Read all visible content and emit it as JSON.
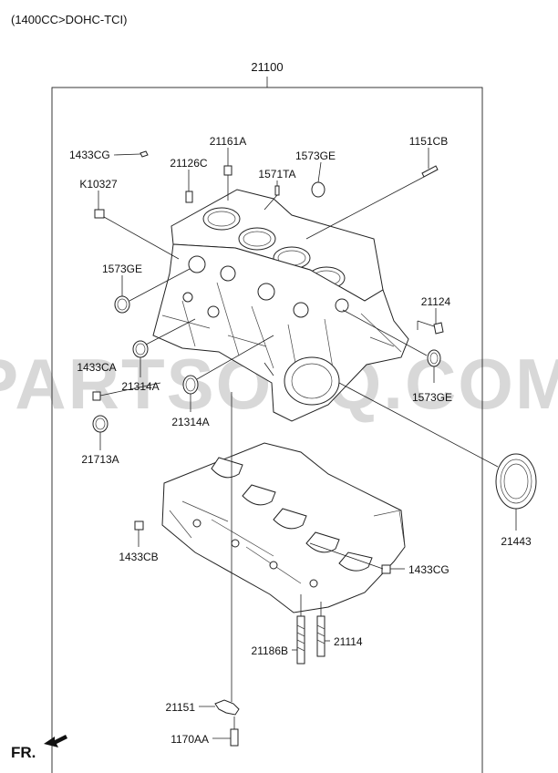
{
  "header": {
    "engine_spec": "(1400CC>DOHC-TCI)"
  },
  "assembly_number": "21100",
  "watermark": "PARTSOUQ.COM",
  "direction_label": "FR.",
  "labels": {
    "l1433CG_top": "1433CG",
    "l21161A": "21161A",
    "l1573GE_top": "1573GE",
    "l1151CB": "1151CB",
    "l21126C": "21126C",
    "l1571TA": "1571TA",
    "lK10327": "K10327",
    "l1573GE_left": "1573GE",
    "l21124": "21124",
    "l1433CA": "1433CA",
    "l21314A_left": "21314A",
    "l1573GE_right": "1573GE",
    "l21314A_mid": "21314A",
    "l21713A": "21713A",
    "l21443": "21443",
    "l1433CB": "1433CB",
    "l1433CG_bottom": "1433CG",
    "l21186B": "21186B",
    "l21114": "21114",
    "l21151": "21151",
    "l1170AA": "1170AA"
  }
}
